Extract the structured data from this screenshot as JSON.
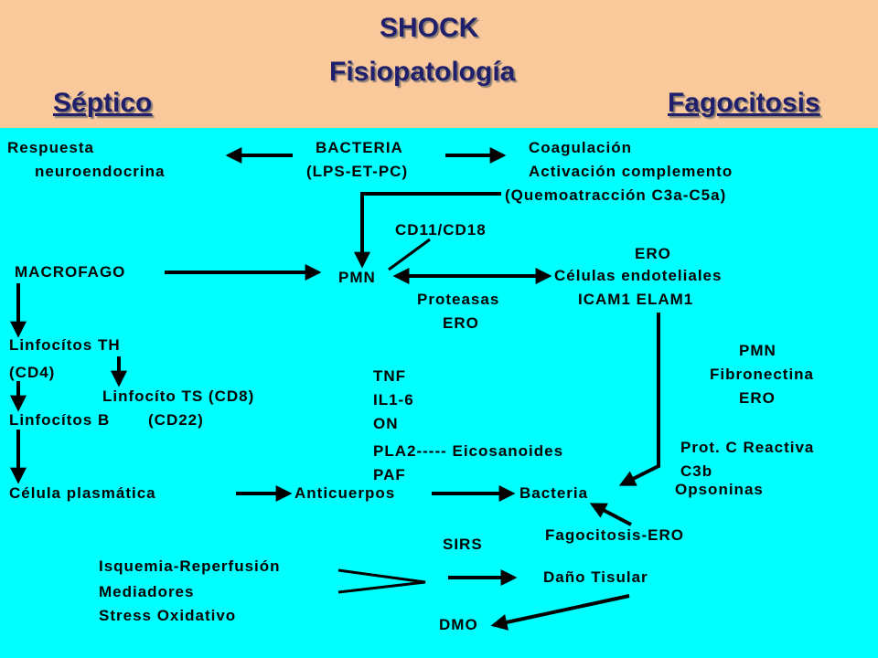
{
  "header": {
    "title_line1": "SHOCK",
    "title_line2": "Fisiopatología",
    "left_label": "Séptico",
    "right_label": "Fagocitosis"
  },
  "colors": {
    "header_bg": "#f9c89b",
    "canvas_bg": "#00ffff",
    "title_text": "#1f1f6b"
  },
  "nodes": {
    "respuesta_l1": "Respuesta",
    "respuesta_l2": "neuroendocrina",
    "bacteria_l1": "BACTERIA",
    "bacteria_l2": "(LPS-ET-PC)",
    "coagulacion": "Coagulación",
    "activacion": "Activación complemento",
    "quemoatraccion": "(Quemoatracción C3a-C5a)",
    "cd11": "CD11/CD18",
    "ero_top": "ERO",
    "macrofago": "MACROFAGO",
    "pmn": "PMN",
    "celulas_endoteliales": "Células endoteliales",
    "icam": "ICAM1 ELAM1",
    "proteasas": "Proteasas",
    "ero_prot": "ERO",
    "linf_th": "Linfocítos TH",
    "cd4": "(CD4)",
    "linf_ts": "Linfocíto TS (CD8)",
    "linf_b": "Linfocítos B",
    "cd22": "(CD22)",
    "tnf": "TNF",
    "il16": "IL1-6",
    "on": "ON",
    "pla2": "PLA2----- Eicosanoides",
    "paf": "PAF",
    "pmn_right": "PMN",
    "fibronectina": "Fibronectina",
    "ero_right": "ERO",
    "prot_c": "Prot. C Reactiva",
    "c3b": "C3b",
    "opsoninas": "Opsoninas",
    "celula_plasmatica": "Célula plasmática",
    "anticuerpos": "Anticuerpos",
    "bacteria_bottom": "Bacteria",
    "fagocitosis_ero": "Fagocitosis-ERO",
    "sirs": "SIRS",
    "isquemia": "Isquemia-Reperfusión",
    "mediadores": "Mediadores",
    "stress": "Stress Oxidativo",
    "dano": "Daño Tisular",
    "dmo": "DMO"
  }
}
